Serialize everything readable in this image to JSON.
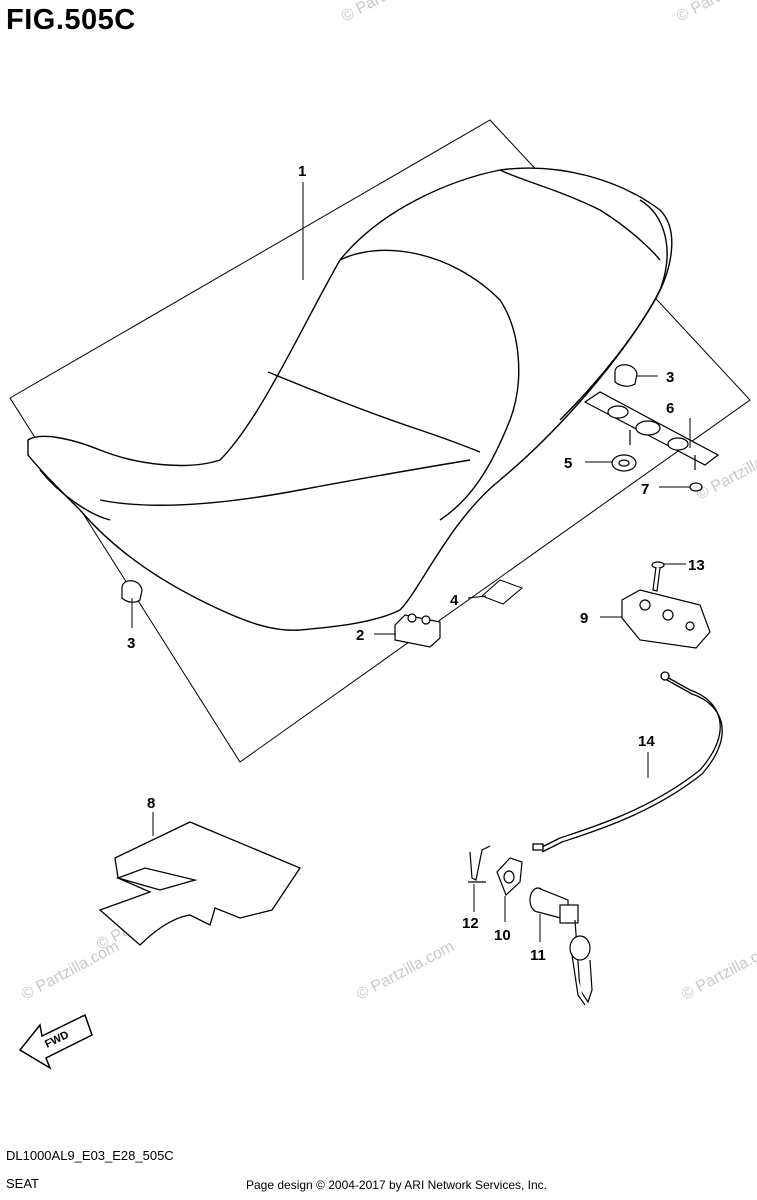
{
  "figure": {
    "title": "FIG.505C"
  },
  "callouts": {
    "c1": "1",
    "c2": "2",
    "c3a": "3",
    "c3b": "3",
    "c4": "4",
    "c5": "5",
    "c6": "6",
    "c7": "7",
    "c8": "8",
    "c9": "9",
    "c10": "10",
    "c11": "11",
    "c12": "12",
    "c13": "13",
    "c14": "14"
  },
  "fwd_label": "FWD",
  "watermark": {
    "text": "© Partzilla.com"
  },
  "footer": {
    "code": "DL1000AL9_E03_E28_505C",
    "name": "SEAT",
    "copyright": "Page design © 2004-2017 by ARI Network Services, Inc."
  }
}
